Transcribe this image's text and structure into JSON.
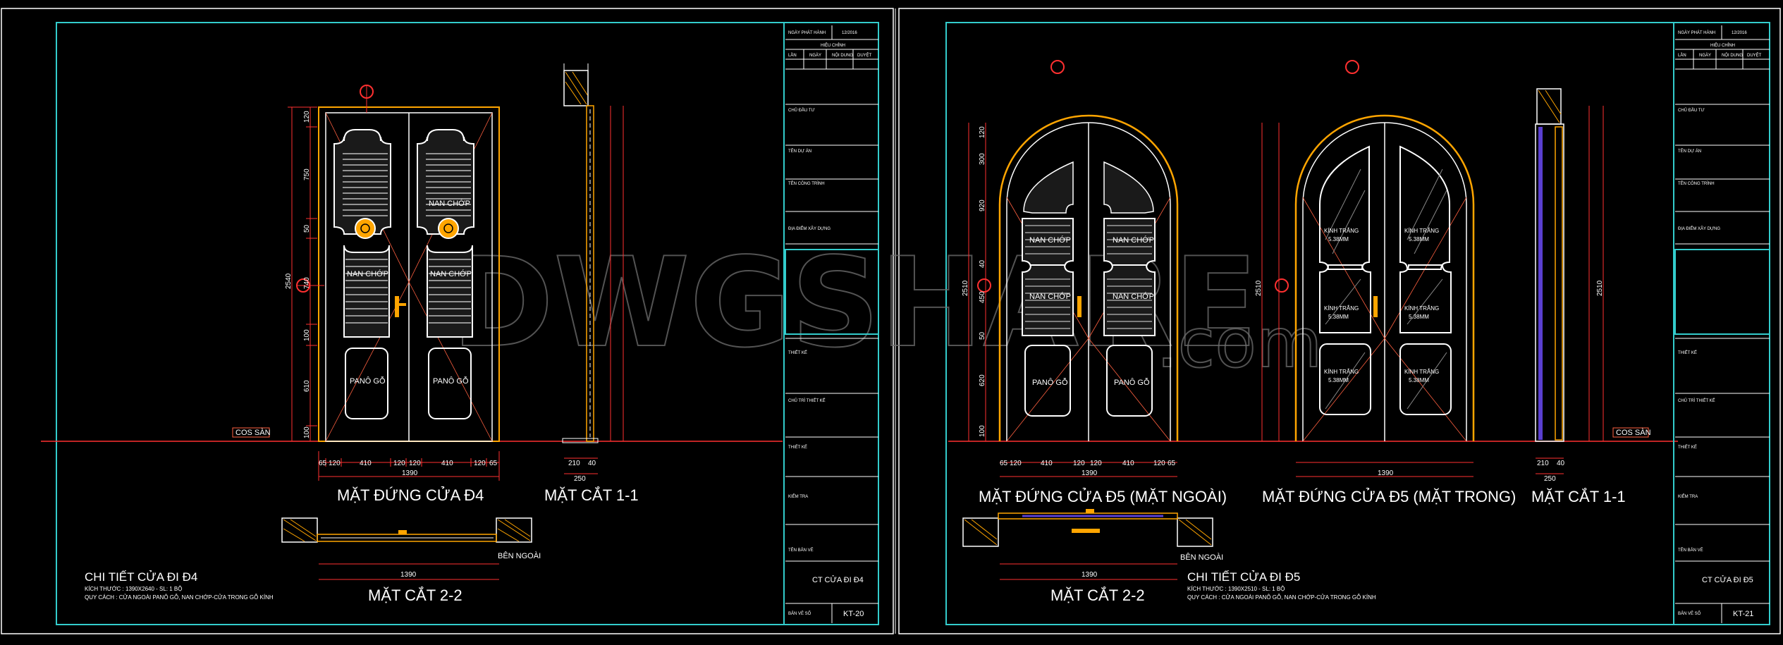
{
  "watermark": {
    "main": "DWGSHARE",
    "suffix": ".com"
  },
  "colors": {
    "frame": "#33cccc",
    "door": "#ffa500",
    "dim": "#ff3030",
    "text": "#ffffff"
  },
  "sheet1": {
    "elevation_title": "MẶT ĐỨNG CỬA Đ4",
    "section11_title": "MẶT CẮT 1-1",
    "section22_title": "MẶT CẮT 2-2",
    "panel_labels": [
      "NAN CHỚP",
      "NAN CHỚP",
      "NAN CHỚP",
      "PANÔ GỖ",
      "PANÔ GỖ"
    ],
    "floor_label": "COS SÀN",
    "outside_label": "BÊN NGOÀI",
    "dims_width": [
      "65",
      "120",
      "410",
      "120",
      "120",
      "410",
      "120",
      "65"
    ],
    "dim_total": "1390",
    "dims_height": [
      "120",
      "750",
      "50",
      "740",
      "100",
      "610",
      "100"
    ],
    "dim_total_height": "2540",
    "section_dims": [
      "210",
      "40",
      "250"
    ],
    "detail_title": "CHI TIẾT CỬA ĐI Đ4",
    "detail_line1": "KÍCH THƯỚC : 1390X2640 - SL: 1 BỘ",
    "detail_line2": "QUY CÁCH : CỬA NGOÀI PANÔ GỖ, NAN CHỚP-CỬA TRONG GỖ KÍNH",
    "title_block_name": "CT CỬA ĐI Đ4",
    "sheet_no": "KT-20"
  },
  "sheet2": {
    "elevation_out_title": "MẶT ĐỨNG CỬA Đ5 (MẶT NGOÀI)",
    "elevation_in_title": "MẶT ĐỨNG CỬA Đ5 (MẶT TRONG)",
    "section11_title": "MẶT CẮT 1-1",
    "section22_title": "MẶT CẮT 2-2",
    "panel_labels_out": [
      "NAN CHỚP",
      "NAN CHỚP",
      "NAN CHỚP",
      "NAN CHỚP",
      "PANÔ GỖ",
      "PANÔ GỖ"
    ],
    "panel_labels_in": [
      "KÍNH TRẮNG",
      "5.38MM",
      "KÍNH TRẮNG",
      "5.38MM",
      "KÍNH TRẮNG",
      "5.38MM",
      "KÍNH TRẮNG",
      "5.38MM",
      "KÍNH TRẮNG",
      "5.38MM",
      "KÍNH TRẮNG",
      "5.38MM"
    ],
    "floor_label": "COS SÀN",
    "outside_label": "BÊN NGOÀI",
    "dims_width": [
      "65",
      "120",
      "410",
      "120",
      "120",
      "410",
      "120",
      "65"
    ],
    "dim_total": "1390",
    "dims_height": [
      "120",
      "300",
      "920",
      "40",
      "450",
      "50",
      "620",
      "100"
    ],
    "dim_total_height": "2510",
    "section_dims": [
      "210",
      "40",
      "250"
    ],
    "detail_title": "CHI TIẾT CỬA ĐI Đ5",
    "detail_line1": "KÍCH THƯỚC : 1390X2510 - SL: 1 BỘ",
    "detail_line2": "QUY CÁCH : CỬA NGOÀI PANÔ GỖ, NAN CHỚP-CỬA TRONG GỖ KÍNH",
    "title_block_name": "CT CỬA ĐI Đ5",
    "sheet_no": "KT-21"
  },
  "title_block": {
    "date_label": "NGÀY PHÁT HÀNH",
    "date_value": "12/2016",
    "revision_label": "HIỆU CHỈNH",
    "rev_cols": [
      "LẦN",
      "NGÀY",
      "NỘI DUNG",
      "DUYỆT"
    ],
    "rows": [
      "CHỦ ĐẦU TƯ",
      "TÊN DỰ ÁN",
      "TÊN CÔNG TRÌNH",
      "ĐỊA ĐIỂM XÂY DỰNG",
      "THIẾT KẾ",
      "CHỦ TRÌ THIẾT KẾ",
      "THIẾT KẾ",
      "KIỂM TRA",
      "TÊN BẢN VẼ"
    ],
    "sheet_label": "BẢN VẼ SỐ"
  }
}
